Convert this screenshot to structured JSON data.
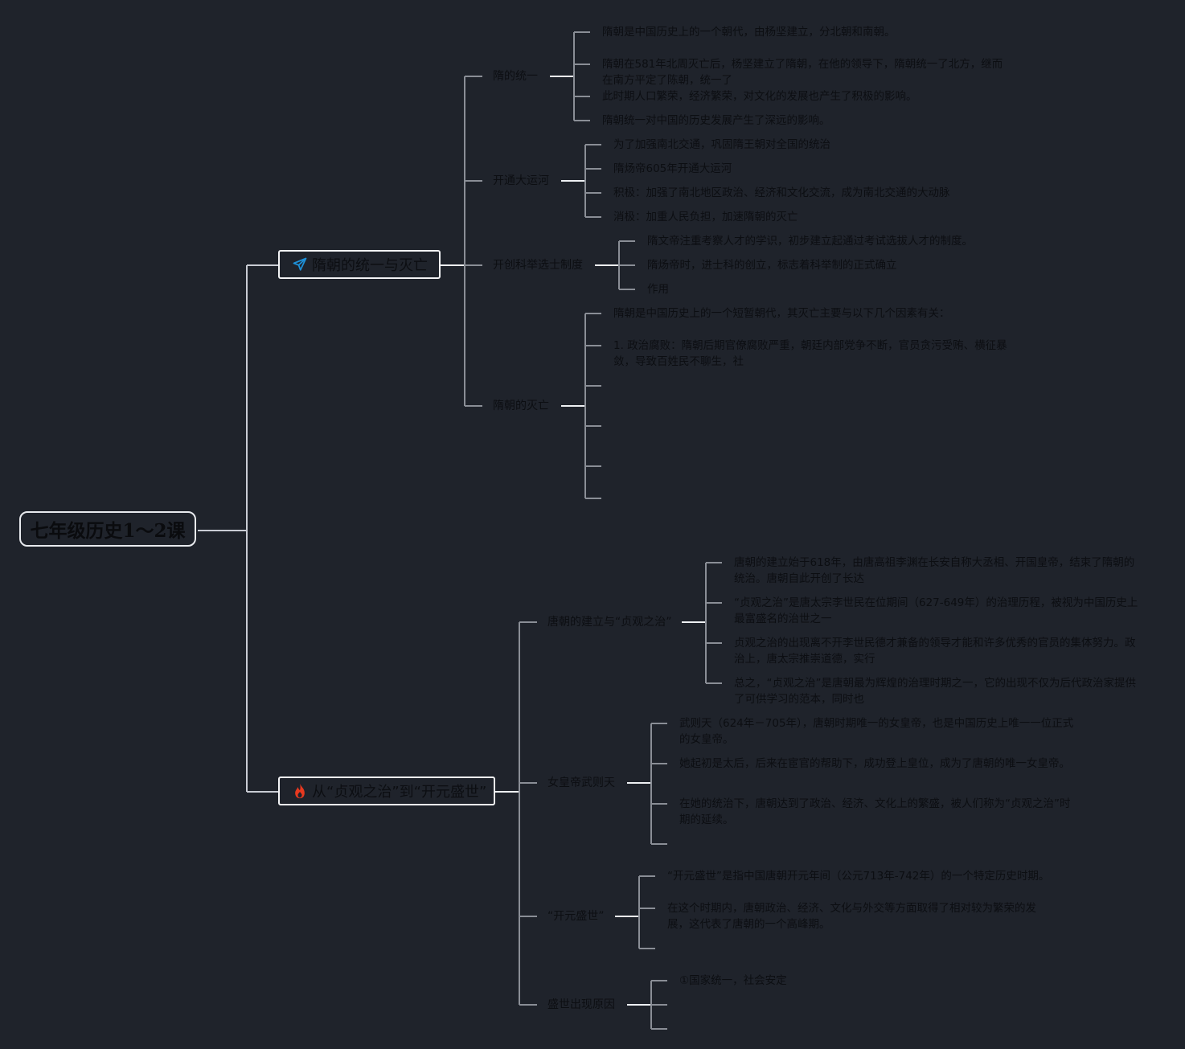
{
  "root": {
    "label": "七年级历史1～2课"
  },
  "sections": [
    {
      "label": "隋朝的统一与灭亡",
      "icon": "paper-plane-icon",
      "icon_color": "#1e8fd6",
      "topics": [
        {
          "label": "隋的统一",
          "leaves": [
            "隋朝是中国历史上的一个朝代，由杨坚建立，分北朝和南朝。",
            "隋朝在581年北周灭亡后，杨坚建立了隋朝，在他的领导下，隋朝统一了北方，继而在南方平定了陈朝，统一了",
            "此时期人口繁荣，经济繁荣，对文化的发展也产生了积极的影响。",
            "隋朝统一对中国的历史发展产生了深远的影响。"
          ]
        },
        {
          "label": "开通大运河",
          "leaves": [
            "为了加强南北交通，巩固隋王朝对全国的统治",
            "隋炀帝605年开通大运河",
            "积极：加强了南北地区政治、经济和文化交流，成为南北交通的大动脉",
            "消极：加重人民负担，加速隋朝的灭亡"
          ]
        },
        {
          "label": "开创科举选士制度",
          "leaves": [
            "隋文帝注重考察人才的学识，初步建立起通过考试选拔人才的制度。",
            "隋炀帝时，进士科的创立，标志着科举制的正式确立",
            "作用"
          ]
        },
        {
          "label": "隋朝的灭亡",
          "leaves": [
            "隋朝是中国历史上的一个短暂朝代，其灭亡主要与以下几个因素有关：",
            "1. 政治腐败：隋朝后期官僚腐败严重，朝廷内部党争不断，官员贪污受贿、横征暴敛，导致百姓民不聊生，社",
            "",
            "",
            "",
            ""
          ]
        }
      ]
    },
    {
      "label": "从“贞观之治”到“开元盛世”",
      "icon": "flame-icon",
      "icon_color": "#e8391f",
      "topics": [
        {
          "label": "唐朝的建立与“贞观之治”",
          "leaves": [
            "唐朝的建立始于618年，由唐高祖李渊在长安自称大丞相、开国皇帝，结束了隋朝的统治。唐朝自此开创了长达",
            "“贞观之治”是唐太宗李世民在位期间（627-649年）的治理历程，被视为中国历史上最富盛名的治世之一",
            "贞观之治的出现离不开李世民德才兼备的领导才能和许多优秀的官员的集体努力。政治上，唐太宗推崇道德，实行",
            "总之，“贞观之治”是唐朝最为辉煌的治理时期之一，它的出现不仅为后代政治家提供了可供学习的范本，同时也"
          ]
        },
        {
          "label": "女皇帝武则天",
          "leaves": [
            "武则天（624年－705年），唐朝时期唯一的女皇帝，也是中国历史上唯一一位正式的女皇帝。",
            "她起初是太后，后来在宦官的帮助下，成功登上皇位，成为了唐朝的唯一女皇帝。",
            "在她的统治下，唐朝达到了政治、经济、文化上的繁盛，被人们称为“贞观之治”时期的延续。",
            ""
          ]
        },
        {
          "label": "“开元盛世”",
          "leaves": [
            "“开元盛世”是指中国唐朝开元年间（公元713年-742年）的一个特定历史时期。",
            "在这个时期内，唐朝政治、经济、文化与外交等方面取得了相对较为繁荣的发展，这代表了唐朝的一个高峰期。",
            ""
          ]
        },
        {
          "label": "盛世出现原因",
          "leaves": [
            "①国家统一，社会安定",
            "",
            ""
          ]
        }
      ]
    }
  ],
  "colors": {
    "background": "#1f232b",
    "text": "#0c0e12",
    "line_primary": "#c9ccd4",
    "line_secondary": "#8a8e96",
    "line_connector": "#eef0f3"
  }
}
